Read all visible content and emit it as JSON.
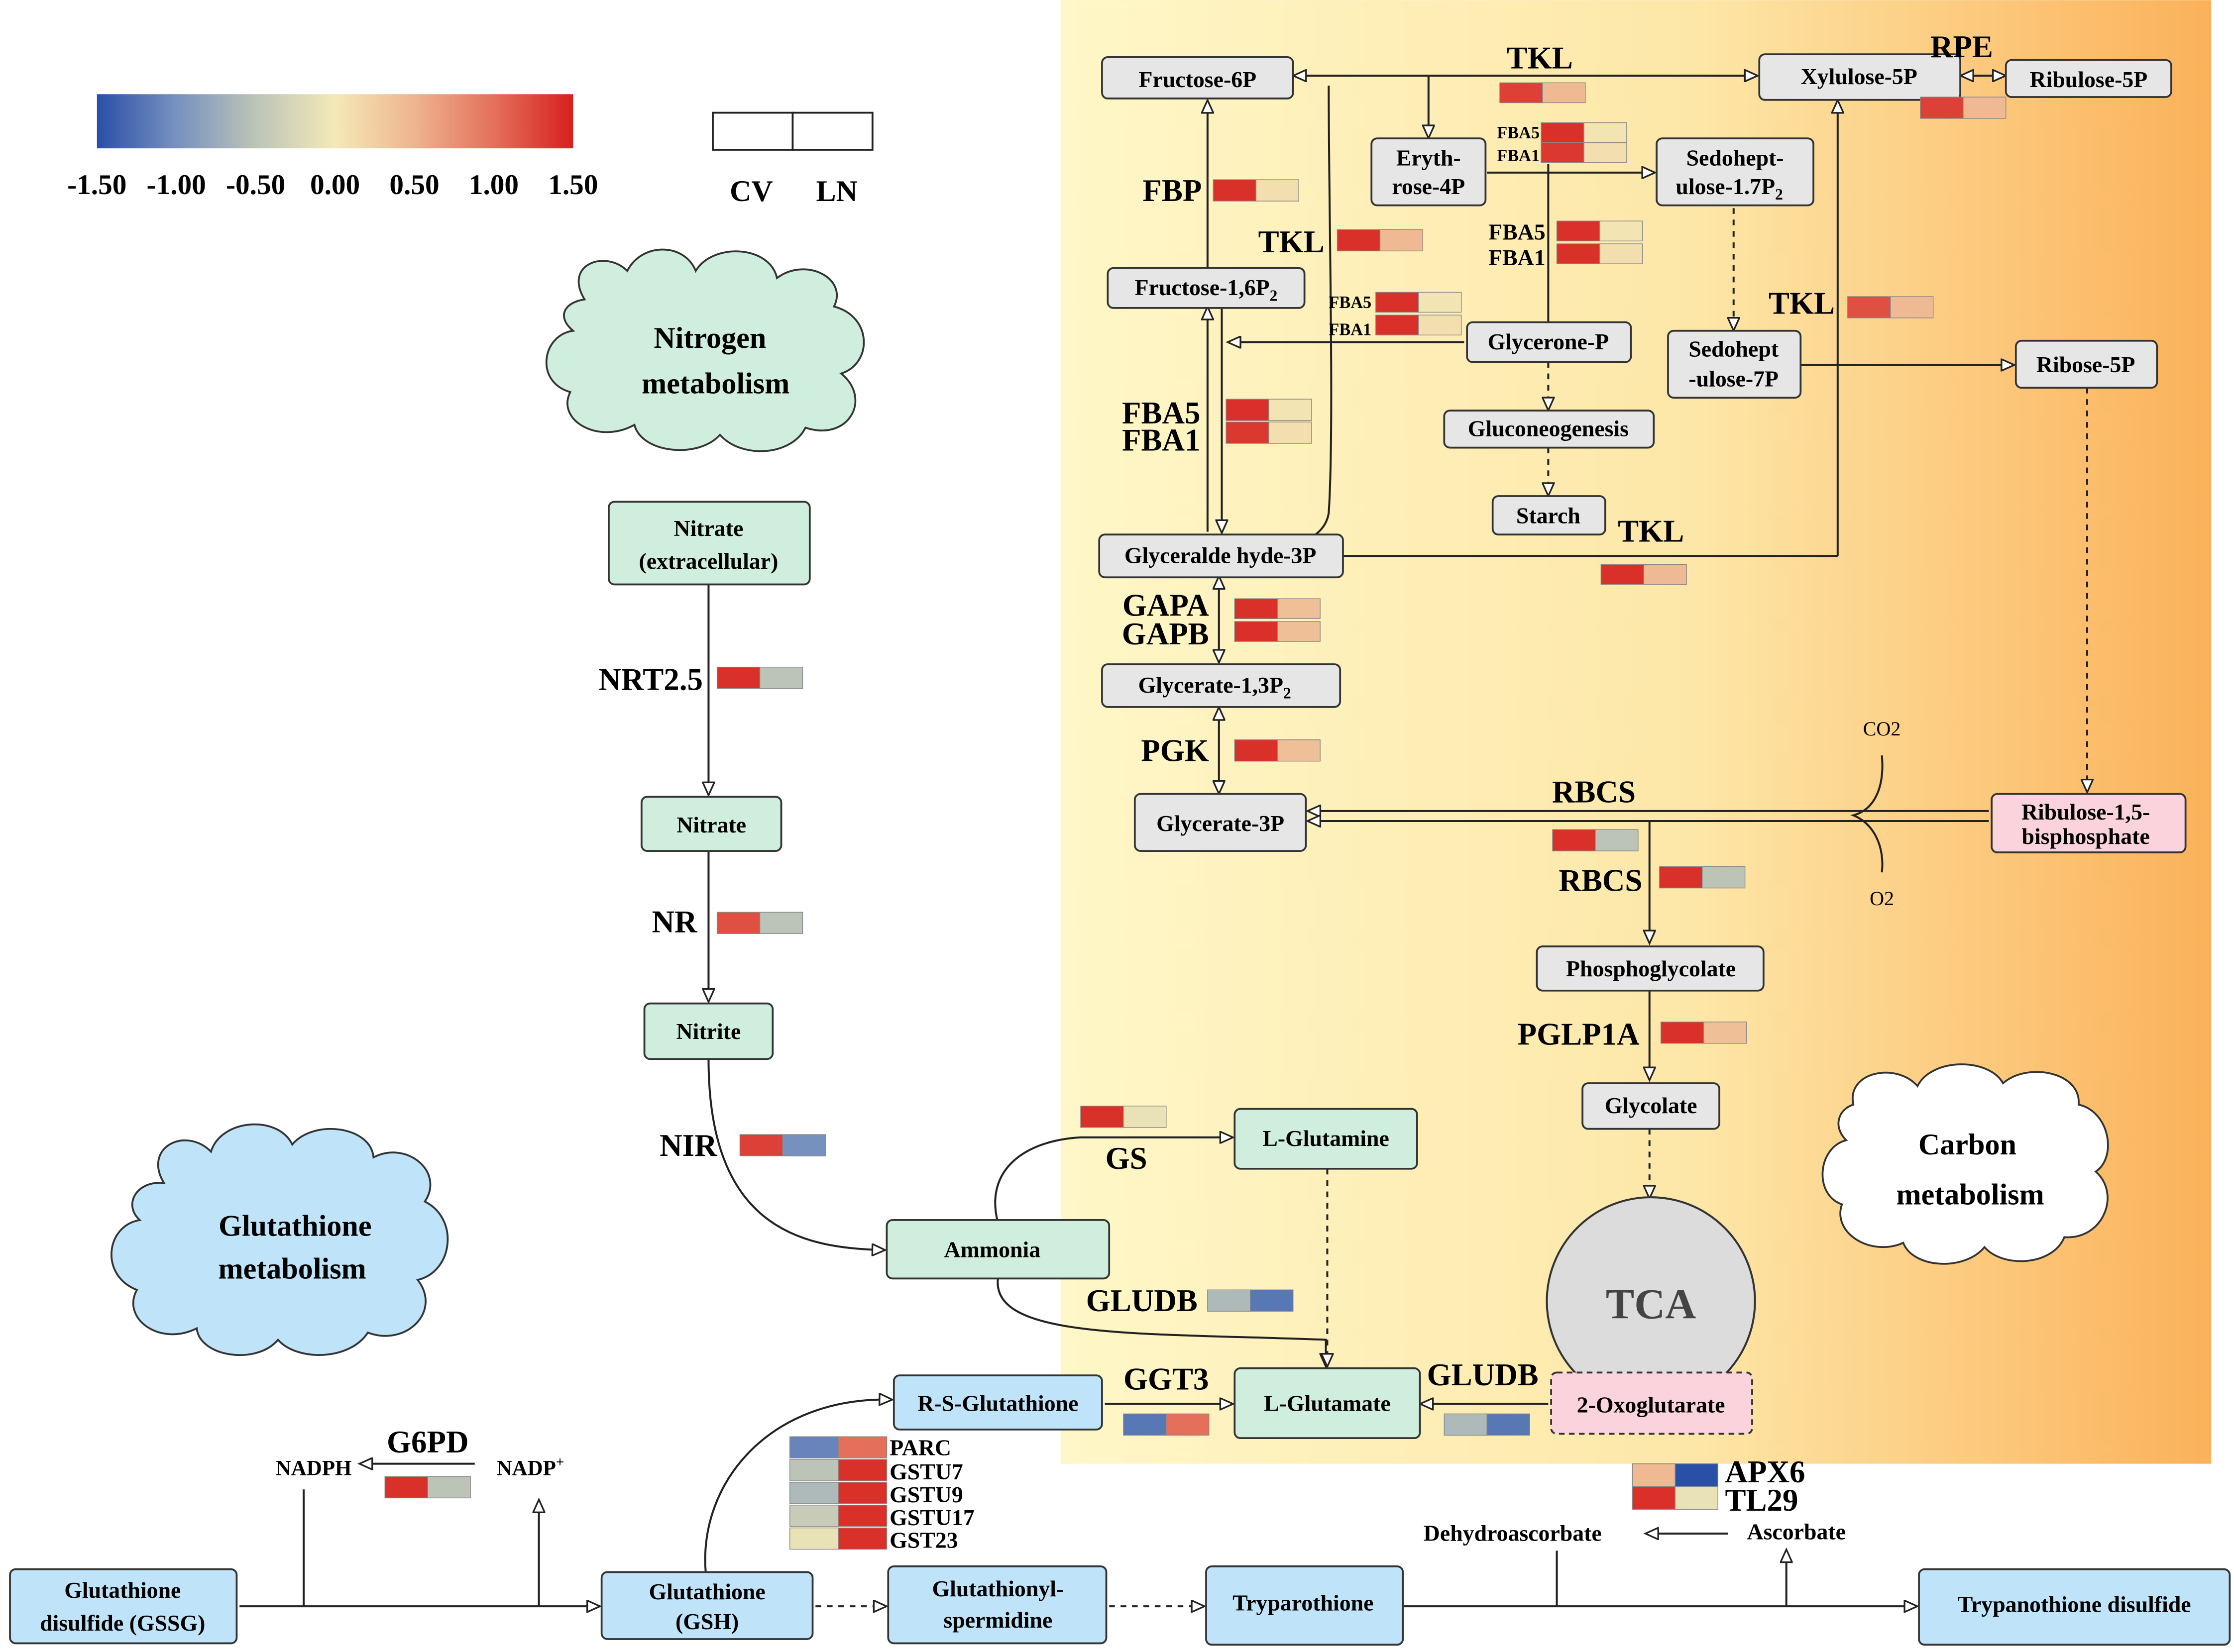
{
  "colors": {
    "carbon_panel_start": "#fff7c8",
    "carbon_panel_end": "#fbb15a",
    "nitrogen_node": "#cfeedd",
    "glutathione_node": "#bfe3f8",
    "carbon_node": "#e6e6e6",
    "pink_node": "#fbd3dc",
    "tca_circle": "#dcdcdc",
    "line": "#222222"
  },
  "legend": {
    "scale": [
      "-1.50",
      "-1.00",
      "-0.50",
      "0.00",
      "0.50",
      "1.00",
      "1.50"
    ],
    "colors": [
      "#2a4fa7",
      "#7791bf",
      "#bcc4b8",
      "#f4e9b7",
      "#eeb48f",
      "#e4705b",
      "#d7201e"
    ],
    "samples": [
      "CV",
      "LN"
    ]
  },
  "clouds": {
    "nitrogen": [
      "Nitrogen",
      "metabolism"
    ],
    "glutathione": [
      "Glutathione",
      "metabolism"
    ],
    "carbon": [
      "Carbon",
      "metabolism"
    ]
  },
  "nodes": {
    "fructose6p": "Fructose-6P",
    "xylulose5p": "Xylulose-5P",
    "ribulose5p": "Ribulose-5P",
    "erythrose4p": [
      "Eryth-",
      "rose-4P"
    ],
    "sedoheptulose17p2": [
      "Sedohept-",
      "ulose-1.7P"
    ],
    "fructose16p2": "Fructose-1,6P",
    "glycerone_p": "Glycerone-P",
    "sedoheptulose7p": [
      "Sedohept",
      "-ulose-7P"
    ],
    "ribose5p": "Ribose-5P",
    "gluconeogenesis": "Gluconeogenesis",
    "starch": "Starch",
    "glyceraldehyde3p": "Glyceralde hyde-3P",
    "glycerate13p2": "Glycerate-1,3P",
    "glycerate3p": "Glycerate-3P",
    "ribulose15bp": [
      "Ribulose-1,5-",
      "bisphosphate"
    ],
    "phosphoglycolate": "Phosphoglycolate",
    "glycolate": "Glycolate",
    "tca": "TCA",
    "nitrate_ext": [
      "Nitrate",
      "(extracellular)"
    ],
    "nitrate": "Nitrate",
    "nitrite": "Nitrite",
    "ammonia": "Ammonia",
    "l_glutamine": "L-Glutamine",
    "l_glutamate": "L-Glutamate",
    "oxoglutarate": "2-Oxoglutarate",
    "r_s_glutathione": "R-S-Glutathione",
    "gssg": [
      "Glutathione",
      "disulfide (GSSG)"
    ],
    "gsh": [
      "Glutathione",
      "(GSH)"
    ],
    "glutathionyl_spermidine": [
      "Glutathionyl-",
      "spermidine"
    ],
    "tryparothione": "Tryparothione",
    "trypanothione_disulfide": "Trypanothione disulfide"
  },
  "subscript": "2",
  "labels": {
    "co2": "CO2",
    "o2": "O2",
    "nadph": "NADPH",
    "nadp": "NADP",
    "nadp_sup": "+",
    "dehydroascorbate": "Dehydroascorbate",
    "ascorbate": "Ascorbate"
  },
  "genes": {
    "tkl": "TKL",
    "rpe": "RPE",
    "fbp": "FBP",
    "fba5": "FBA5",
    "fba1": "FBA1",
    "gapa": "GAPA",
    "gapb": "GAPB",
    "pgk": "PGK",
    "rbcs": "RBCS",
    "pglp1a": "PGLP1A",
    "nrt25": "NRT2.5",
    "nr": "NR",
    "nir": "NIR",
    "gs": "GS",
    "gludb": "GLUDB",
    "ggt3": "GGT3",
    "g6pd": "G6PD",
    "parc": "PARC",
    "gstu7": "GSTU7",
    "gstu9": "GSTU9",
    "gstu17": "GSTU17",
    "gst23": "GST23",
    "apx6": "APX6",
    "tl29": "TL29"
  },
  "heat": {
    "tkl_top": [
      1.3,
      0.45
    ],
    "rpe": [
      1.3,
      0.45
    ],
    "fba5_a": [
      1.4,
      0.05
    ],
    "fba1_a": [
      1.35,
      0.1
    ],
    "fbp": [
      1.4,
      0.1
    ],
    "tkl_mid": [
      1.4,
      0.45
    ],
    "fba5_b": [
      1.4,
      0.05
    ],
    "fba1_b": [
      1.4,
      0.1
    ],
    "fba5_c": [
      1.4,
      0.05
    ],
    "fba1_c": [
      1.4,
      0.1
    ],
    "tkl_right": [
      1.2,
      0.45
    ],
    "fba5_d": [
      1.4,
      0.05
    ],
    "fba1_d": [
      1.35,
      0.1
    ],
    "tkl_low": [
      1.4,
      0.45
    ],
    "gapa": [
      1.4,
      0.4
    ],
    "gapb": [
      1.4,
      0.4
    ],
    "pgk": [
      1.4,
      0.4
    ],
    "rbcs_a": [
      1.4,
      -0.5
    ],
    "rbcs_b": [
      1.4,
      -0.5
    ],
    "pglp1a": [
      1.4,
      0.4
    ],
    "nrt25": [
      1.4,
      -0.5
    ],
    "nr": [
      1.2,
      -0.5
    ],
    "nir": [
      1.3,
      -1.0
    ],
    "gs": [
      1.4,
      -0.1
    ],
    "gludb_mid": [
      -0.6,
      -1.2
    ],
    "ggt3": [
      -1.2,
      1.0
    ],
    "gludb_low": [
      -0.6,
      -1.2
    ],
    "g6pd": [
      1.4,
      -0.5
    ],
    "parc": [
      -1.1,
      1.0
    ],
    "gstu7": [
      -0.5,
      1.4
    ],
    "gstu9": [
      -0.6,
      1.4
    ],
    "gstu17": [
      -0.4,
      1.4
    ],
    "gst23": [
      -0.1,
      1.4
    ],
    "apx6": [
      0.45,
      -1.5
    ],
    "tl29": [
      1.4,
      -0.1
    ]
  }
}
